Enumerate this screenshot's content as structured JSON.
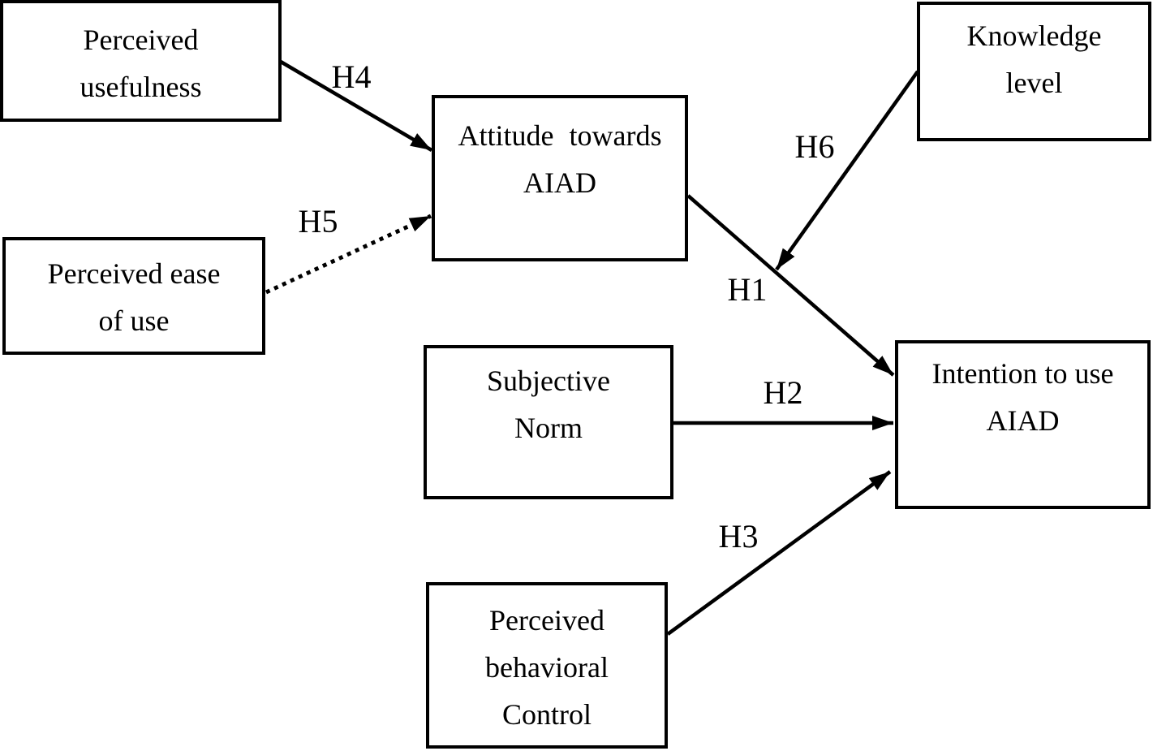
{
  "diagram": {
    "title": "",
    "colors": {
      "ink": "#000000",
      "paper": "#ffffff"
    },
    "nodes": {
      "perceived_usefulness": {
        "lines": [
          "Perceived",
          "usefulness"
        ]
      },
      "perceived_ease_of_use": {
        "lines": [
          "Perceived ease",
          "of use"
        ]
      },
      "attitude": {
        "lines": [
          "Attitude towards",
          "AIAD"
        ]
      },
      "knowledge_level": {
        "lines": [
          "Knowledge",
          "level"
        ]
      },
      "subjective_norm": {
        "lines": [
          "Subjective",
          "Norm"
        ]
      },
      "intention": {
        "lines": [
          "Intention to use",
          "AIAD"
        ]
      },
      "perceived_behavioral_control": {
        "lines": [
          "Perceived",
          "behavioral",
          "Control"
        ]
      }
    },
    "edges": [
      {
        "label": "H1",
        "from": "attitude",
        "to": "intention",
        "style": "solid"
      },
      {
        "label": "H2",
        "from": "subjective_norm",
        "to": "intention",
        "style": "solid"
      },
      {
        "label": "H3",
        "from": "perceived_behavioral_control",
        "to": "intention",
        "style": "solid"
      },
      {
        "label": "H4",
        "from": "perceived_usefulness",
        "to": "attitude",
        "style": "solid"
      },
      {
        "label": "H5",
        "from": "perceived_ease_of_use",
        "to": "attitude",
        "style": "dotted"
      },
      {
        "label": "H6",
        "from": "knowledge_level",
        "to": "H1-path",
        "style": "solid"
      }
    ]
  }
}
